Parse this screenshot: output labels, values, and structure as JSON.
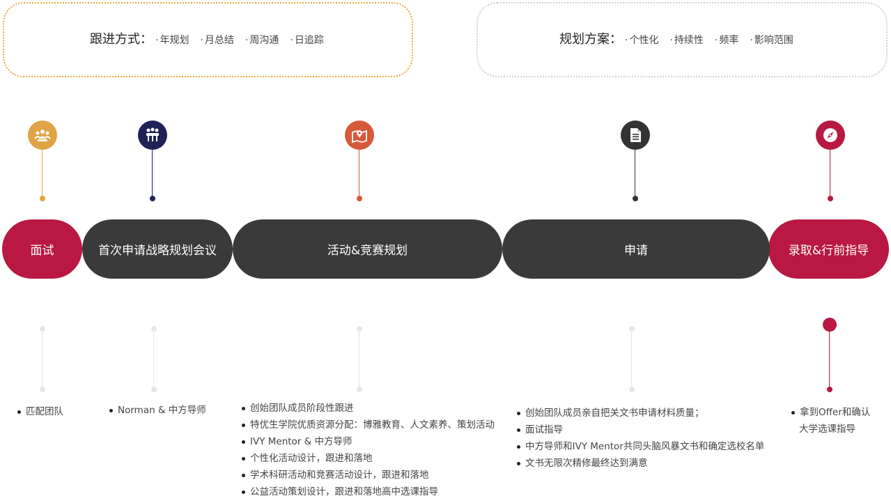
{
  "follow_up": {
    "title": "跟进方式：",
    "items": [
      "年规划",
      "月总结",
      "周沟通",
      "日追踪"
    ]
  },
  "plan": {
    "title": "规划方案：",
    "items": [
      "个性化",
      "持续性",
      "频率",
      "影响范围"
    ]
  },
  "stages": [
    {
      "label": "面试",
      "color": "#b81841",
      "icon": "team-icon"
    },
    {
      "label": "首次申请战略规划会议",
      "color": "#1e2257",
      "icon": "meeting-icon"
    },
    {
      "label": "活动&竞赛规划",
      "color": "#d6593a",
      "icon": "map-pin-icon"
    },
    {
      "label": "申请",
      "color": "#333333",
      "icon": "document-icon"
    },
    {
      "label": "录取&行前指导",
      "color": "#b81841",
      "icon": "compass-icon"
    }
  ],
  "details": {
    "interview": [
      "匹配团队"
    ],
    "strategy": [
      "Norman & 中方导师"
    ],
    "activities": [
      "创始团队成员阶段性跟进",
      "特优生学院优质资源分配：博雅教育、人文素养、策划活动",
      "IVY Mentor & 中方导师",
      "个性化活动设计，跟进和落地",
      "学术科研活动和竞赛活动设计，跟进和落地",
      "公益活动策划设计，跟进和落地高中选课指导"
    ],
    "application": [
      "创始团队成员亲自把关文书申请材料质量；",
      "面试指导",
      "中方导师和IVY Mentor共同头脑风暴文书和确定选校名单",
      "文书无限次精修最终达到满意"
    ],
    "admission": [
      "拿到Offer和确认",
      "大学选课指导"
    ]
  }
}
